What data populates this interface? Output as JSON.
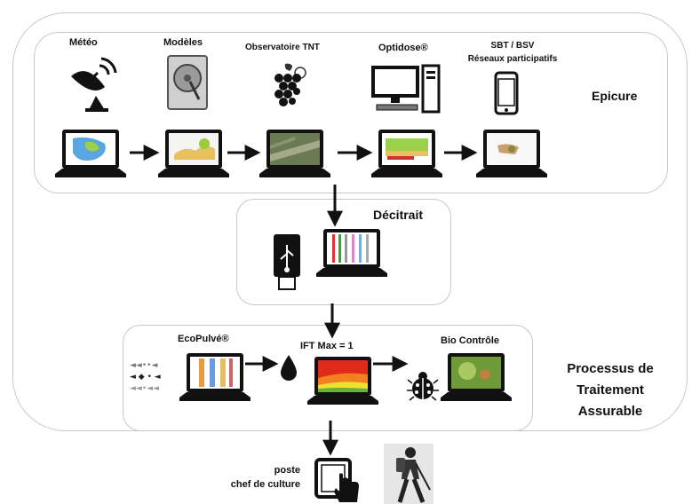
{
  "outer": {
    "title": "Processus de\nTraitement\nAssurable"
  },
  "epicure": {
    "title": "Epicure",
    "sources": [
      {
        "label": "Météo",
        "icon": "satellite-dish-icon"
      },
      {
        "label": "Modèles",
        "icon": "hard-drive-icon"
      },
      {
        "label": "Observatoire TNT",
        "icon": "grapes-icon"
      },
      {
        "label": "Optidose®",
        "icon": "desktop-computer-icon"
      },
      {
        "label": "SBT / BSV\nRéseaux participatifs",
        "icon": "smartphone-icon"
      }
    ]
  },
  "decitrait": {
    "title": "Décitrait"
  },
  "processus": {
    "items": [
      {
        "label": "EcoPulvé®"
      },
      {
        "label": "IFT Max = 1"
      },
      {
        "label": "Bio Contrôle"
      }
    ]
  },
  "bottom": {
    "label": "poste\nchef de culture"
  },
  "colors": {
    "box_border": "#c8c8c8",
    "laptop": "#111111",
    "arrow": "#111111"
  }
}
